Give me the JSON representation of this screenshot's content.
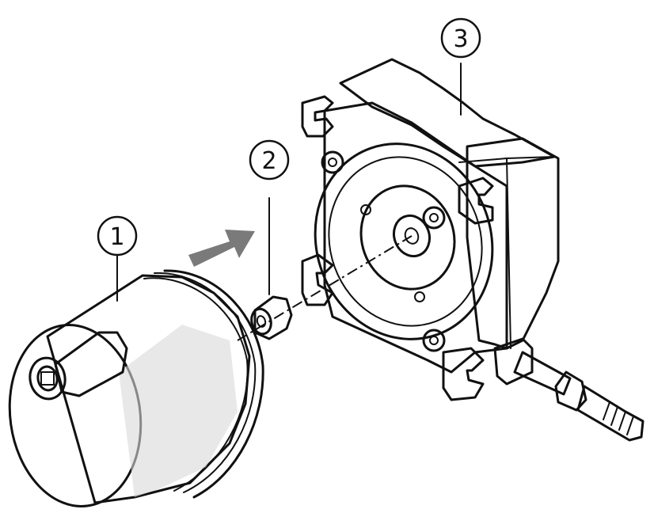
{
  "callouts": [
    {
      "id": "1",
      "label": "1",
      "part": "actuator-cover"
    },
    {
      "id": "2",
      "label": "2",
      "part": "coupling-nut"
    },
    {
      "id": "3",
      "label": "3",
      "part": "valve-body-housing"
    }
  ],
  "colors": {
    "line": "#111111",
    "body_light": "#f2f2f2",
    "body_mid": "#d9d9d9",
    "body_dark": "#bdbdbd",
    "arrow": "#7a7a7a",
    "background": "#ffffff"
  },
  "icons": {
    "direction-arrow": "arrow-right-up-icon"
  }
}
